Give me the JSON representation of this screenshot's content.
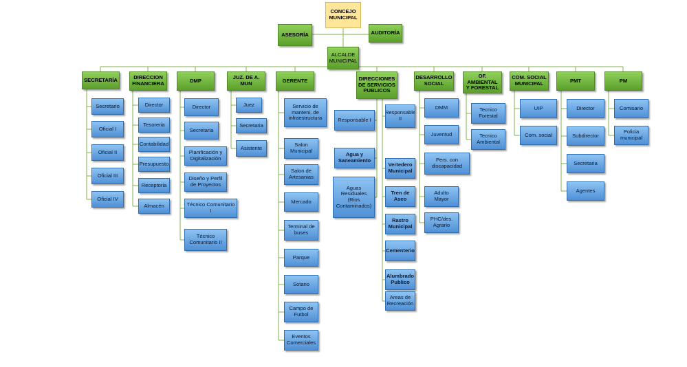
{
  "top": {
    "concejo": "CONCEJO MUNICIPAL",
    "asesoria": "ASESORÍA",
    "auditoria": "AUDITORÍA",
    "alcalde": "ALCALDE MUNICIPAL"
  },
  "departments": [
    {
      "label": "SECRETARÍA",
      "items": [
        "Secretario",
        "Oficial I",
        "Oficial II",
        "Oficial III",
        "Oficial IV"
      ]
    },
    {
      "label": "DIRECCION FINANCIERA",
      "items": [
        "Director",
        "Tesoreria",
        "Contabilidad",
        "Presupuesto",
        "Receptoria",
        "Almacén"
      ]
    },
    {
      "label": "DMP",
      "items": [
        "Director",
        "Secretaria",
        "Planificación y Digitalización",
        "Diseño y Perfil de Proyectos",
        "Técnico Comunitario I",
        "Técnico Comunitario II"
      ]
    },
    {
      "label": "JUZ. DE A. MUN",
      "items": [
        "Juez",
        "Secretaria",
        "Asistente"
      ]
    },
    {
      "label": "GERENTE",
      "items": [
        "Servicio de manteni. de infraestructura",
        "Salon Municipal",
        "Salon de Artesanias",
        "Mercado",
        "Terminal de buses",
        "Parque",
        "Sotano",
        "Campo de Futbol",
        "Eventos Comerciales"
      ]
    },
    {
      "label": "DIRECCIONES DE SERVICIOS PUBLICOS",
      "left_items": [
        "Responsable I",
        "Agua y Saneamiento",
        "Aguas Residuales (Rios Contaminados)"
      ],
      "items": [
        "Responsable II",
        "Vertedero Municipal",
        "Tren de Aseo",
        "Rastro Municipal",
        "Cementerio",
        "Alumbrado Publico",
        "Areas de Recreación"
      ]
    },
    {
      "label": "DESARROLLO SOCIAL",
      "items": [
        "DMM",
        "Juventud",
        "Pers. con discapacidad",
        "Adulto Mayor",
        "PHC/des. Agrario"
      ]
    },
    {
      "label": "OF. AMBIENTAL Y FORESTAL",
      "items": [
        "Tecnico Forestal",
        "Tecnico Ambiental"
      ]
    },
    {
      "label": "COM. SOCIAL MUNICIPAL",
      "items": [
        "UIP",
        "Com. social"
      ]
    },
    {
      "label": "PMT",
      "items": [
        "Director",
        "Subdirector",
        "Secretaria",
        "Agentes"
      ]
    },
    {
      "label": "PM",
      "items": [
        "Comisario",
        "Policia municipal"
      ]
    }
  ]
}
